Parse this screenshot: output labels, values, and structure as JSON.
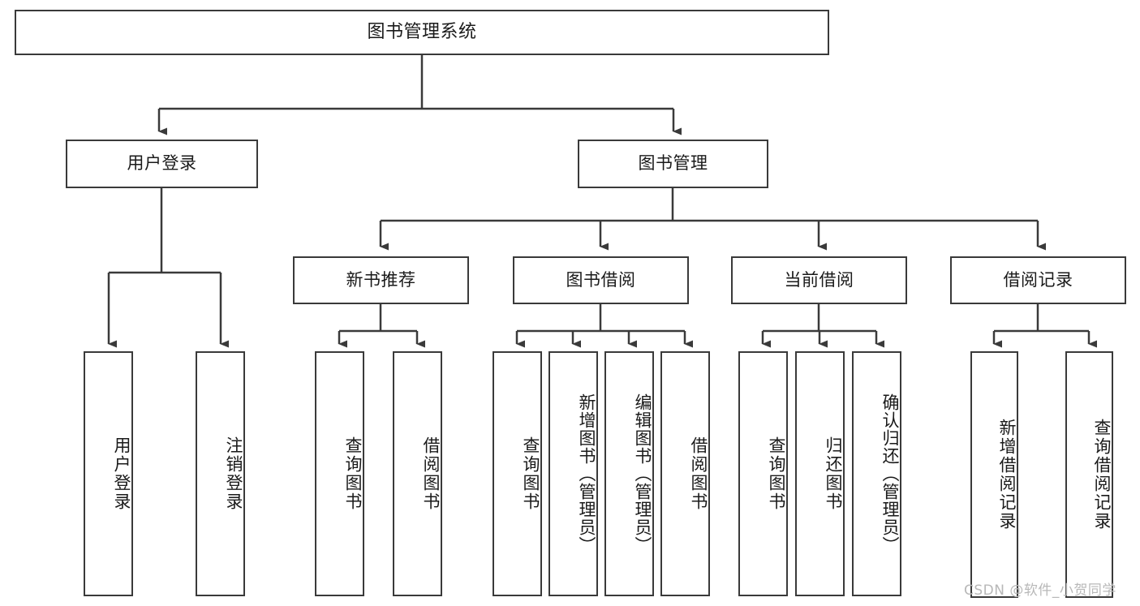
{
  "diagram": {
    "title": "图书管理系统",
    "type": "tree-hierarchy-diagram",
    "colors": {
      "stroke": "#3a3a3a",
      "fill": "#ffffff",
      "text": "#1a1a1a",
      "watermark": "#b8b8b8"
    },
    "root": {
      "label": "图书管理系统"
    },
    "level1": [
      {
        "label": "用户登录"
      },
      {
        "label": "图书管理"
      }
    ],
    "level2": [
      {
        "label": "新书推荐"
      },
      {
        "label": "图书借阅"
      },
      {
        "label": "当前借阅"
      },
      {
        "label": "借阅记录"
      }
    ],
    "leaves": {
      "user_login": [
        {
          "label": "用户登录"
        },
        {
          "label": "注销登录"
        }
      ],
      "new_book_recommend": [
        {
          "label": "查询图书"
        },
        {
          "label": "借阅图书"
        }
      ],
      "book_borrow": [
        {
          "label": "查询图书"
        },
        {
          "label": "新增图书（管理员）"
        },
        {
          "label": "编辑图书（管理员）"
        },
        {
          "label": "借阅图书"
        }
      ],
      "current_borrow": [
        {
          "label": "查询图书"
        },
        {
          "label": "归还图书"
        },
        {
          "label": "确认归还（管理员）"
        }
      ],
      "borrow_record": [
        {
          "label": "新增借阅记录"
        },
        {
          "label": "查询借阅记录"
        }
      ]
    },
    "watermark": "CSDN @软件_小贺同学"
  }
}
